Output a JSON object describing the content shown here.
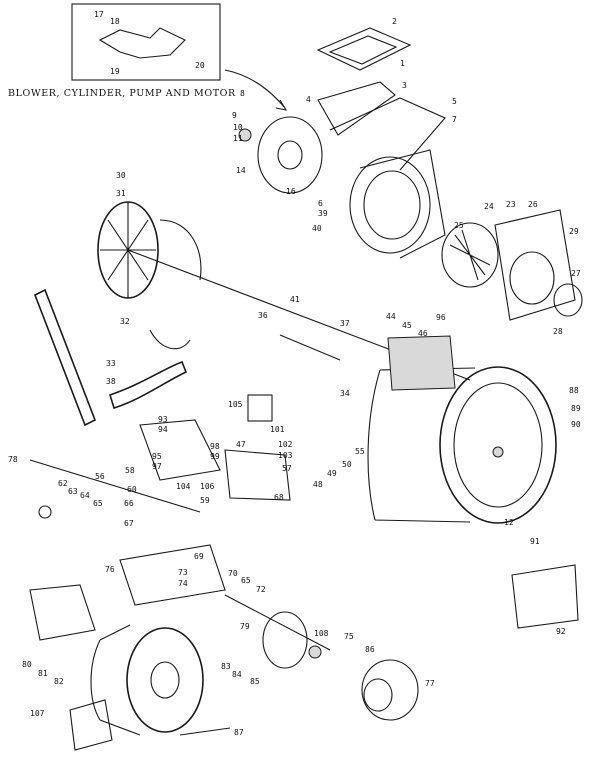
{
  "title": "BLOWER, CYLINDER, PUMP AND MOTOR",
  "callouts": [
    "17",
    "18",
    "20",
    "19",
    "2",
    "1",
    "3",
    "8",
    "9",
    "10",
    "11",
    "14",
    "16",
    "5",
    "7",
    "4",
    "6",
    "30",
    "31",
    "39",
    "40",
    "24",
    "23",
    "26",
    "25",
    "29",
    "27",
    "28",
    "32",
    "41",
    "37",
    "44",
    "45",
    "46",
    "96",
    "36",
    "34",
    "33",
    "38",
    "105",
    "101",
    "102",
    "103",
    "93",
    "94",
    "95",
    "97",
    "98",
    "99",
    "47",
    "57",
    "12",
    "56",
    "58",
    "60",
    "62",
    "63",
    "64",
    "65",
    "66",
    "67",
    "68",
    "104",
    "106",
    "59",
    "49",
    "48",
    "50",
    "55",
    "69",
    "73",
    "74",
    "76",
    "70",
    "65",
    "72",
    "79",
    "108",
    "75",
    "86",
    "80",
    "81",
    "82",
    "107",
    "83",
    "84",
    "85",
    "87",
    "88",
    "89",
    "90",
    "91",
    "92",
    "78",
    "77"
  ]
}
